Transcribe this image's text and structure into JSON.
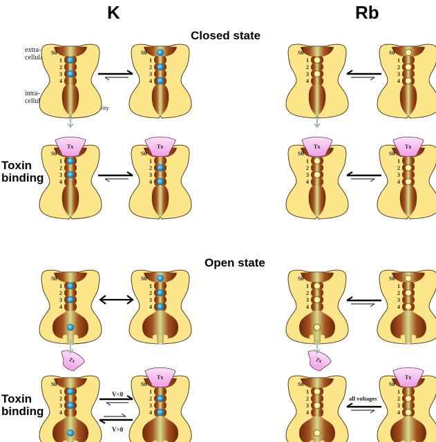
{
  "headers": {
    "left_ion": "K",
    "right_ion": "Rb",
    "closed_state": "Closed state",
    "open_state": "Open state"
  },
  "row_labels": {
    "toxin_binding_line1": "Toxin",
    "toxin_binding_line2": "binding"
  },
  "annotations": {
    "extracellular_line1": "extra-",
    "extracellular_line2": "cellular",
    "intracellular_line1": "intra-",
    "intracellular_line2": "cellular",
    "cavity": "Cavity"
  },
  "site_labels": [
    "S0",
    "1",
    "2",
    "3",
    "4"
  ],
  "toxin_label": "Tx",
  "arrow_labels": {
    "v_negative": "V<0",
    "v_positive": "V>0",
    "all_voltages": "all voltages"
  },
  "colors": {
    "membrane": "#fde68a",
    "pore_dark": "#7a2e0e",
    "pore_light": "#d8d98a",
    "k_ion": "#29a6e6",
    "rb_ion": "#fff59a",
    "toxin": "#f3b6ee",
    "flow_arrow": "#9fb3bd"
  },
  "panels": [
    {
      "id": "k-closed-1",
      "ion": "K",
      "state": "closed",
      "toxin": "none",
      "occupied_sites": [
        "1",
        "3"
      ],
      "cavity_ion": false
    },
    {
      "id": "k-closed-2",
      "ion": "K",
      "state": "closed",
      "toxin": "none",
      "occupied_sites": [
        "S0",
        "2",
        "4"
      ],
      "cavity_ion": false
    },
    {
      "id": "k-closed-tx-1",
      "ion": "K",
      "state": "closed",
      "toxin": "bound",
      "occupied_sites": [
        "1",
        "3"
      ],
      "cavity_ion": false
    },
    {
      "id": "k-closed-tx-2",
      "ion": "K",
      "state": "closed",
      "toxin": "bound",
      "occupied_sites": [
        "2",
        "4"
      ],
      "cavity_ion": false
    },
    {
      "id": "rb-closed-1",
      "ion": "Rb",
      "state": "closed",
      "toxin": "none",
      "occupied_sites": [
        "1",
        "3"
      ],
      "cavity_ion": false
    },
    {
      "id": "rb-closed-2",
      "ion": "Rb",
      "state": "closed",
      "toxin": "none",
      "occupied_sites": [
        "S0",
        "2",
        "4"
      ],
      "cavity_ion": false
    },
    {
      "id": "rb-closed-tx-1",
      "ion": "Rb",
      "state": "closed",
      "toxin": "bound",
      "occupied_sites": [
        "1",
        "3"
      ],
      "cavity_ion": false
    },
    {
      "id": "rb-closed-tx-2",
      "ion": "Rb",
      "state": "closed",
      "toxin": "bound",
      "occupied_sites": [
        "2",
        "4"
      ],
      "cavity_ion": false
    },
    {
      "id": "k-open-1",
      "ion": "K",
      "state": "open",
      "toxin": "none",
      "occupied_sites": [
        "1",
        "3"
      ],
      "cavity_ion": true
    },
    {
      "id": "k-open-2",
      "ion": "K",
      "state": "open",
      "toxin": "none",
      "occupied_sites": [
        "S0",
        "2",
        "4"
      ],
      "cavity_ion": false
    },
    {
      "id": "k-open-tx-1",
      "ion": "K",
      "state": "open",
      "toxin": "free",
      "occupied_sites": [
        "1",
        "3"
      ],
      "cavity_ion": true
    },
    {
      "id": "k-open-tx-2",
      "ion": "K",
      "state": "open",
      "toxin": "bound",
      "occupied_sites": [
        "2",
        "4"
      ],
      "cavity_ion": false
    },
    {
      "id": "rb-open-1",
      "ion": "Rb",
      "state": "open",
      "toxin": "none",
      "occupied_sites": [
        "1",
        "3"
      ],
      "cavity_ion": true
    },
    {
      "id": "rb-open-2",
      "ion": "Rb",
      "state": "open",
      "toxin": "none",
      "occupied_sites": [
        "S0",
        "2",
        "4"
      ],
      "cavity_ion": false
    },
    {
      "id": "rb-open-tx-1",
      "ion": "Rb",
      "state": "open",
      "toxin": "free",
      "occupied_sites": [
        "1",
        "3"
      ],
      "cavity_ion": true
    },
    {
      "id": "rb-open-tx-2",
      "ion": "Rb",
      "state": "open",
      "toxin": "bound",
      "occupied_sites": [
        "2",
        "4"
      ],
      "cavity_ion": false
    }
  ],
  "equilibria": [
    {
      "id": "k-closed",
      "type": "favor-right"
    },
    {
      "id": "k-closed-tx",
      "type": "favor-right"
    },
    {
      "id": "rb-closed",
      "type": "favor-left"
    },
    {
      "id": "rb-closed-tx",
      "type": "favor-left"
    },
    {
      "id": "k-open",
      "type": "double-headed"
    },
    {
      "id": "k-open-tx-top",
      "type": "favor-right",
      "label": "V<0"
    },
    {
      "id": "k-open-tx-bottom",
      "type": "favor-left",
      "label": "V>0"
    },
    {
      "id": "rb-open",
      "type": "favor-left"
    },
    {
      "id": "rb-open-tx",
      "type": "favor-left",
      "label": "all voltages"
    }
  ]
}
